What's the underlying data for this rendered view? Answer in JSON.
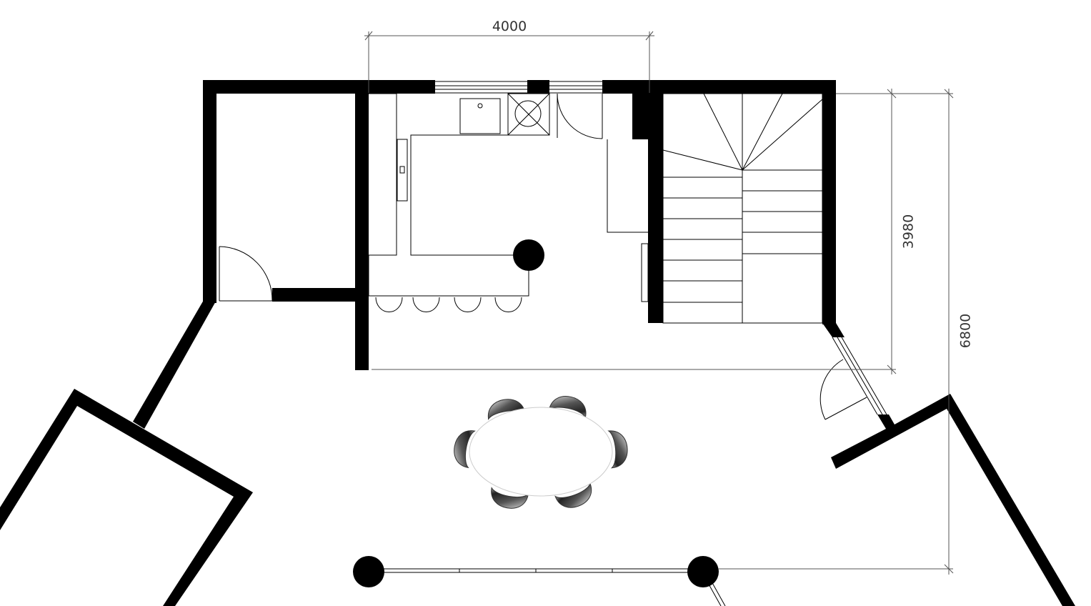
{
  "dimensions": {
    "top_width": "4000",
    "kitchen_depth": "3980",
    "total_depth": "6800"
  }
}
